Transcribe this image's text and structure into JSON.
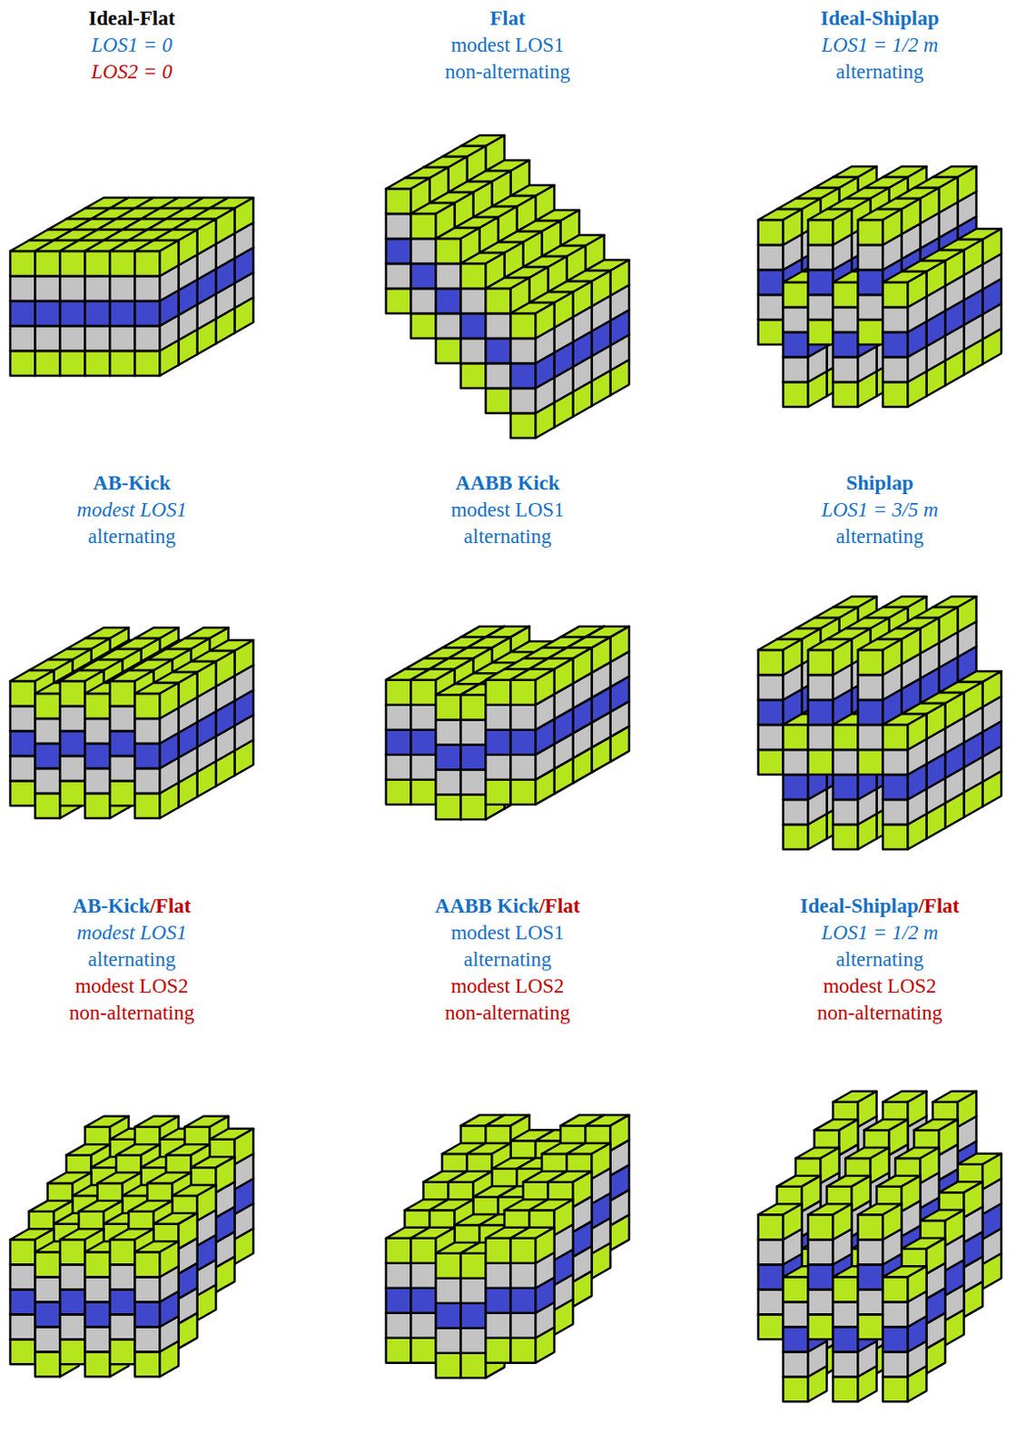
{
  "diagram": {
    "labels": [
      "Ideal-Flat",
      "LOS1 = 0",
      "LOS2 = 0",
      "Flat",
      "modest LOS1",
      "non-alternating",
      "Ideal-Shiplap",
      "LOS1 = 1/2 m",
      "alternating",
      "AB-Kick",
      "modest LOS1",
      "alternating",
      "AABB Kick",
      "modest LOS1",
      "alternating",
      "Shiplap",
      "LOS1 = 3/5 m",
      "alternating",
      "AB-Kick",
      "/Flat",
      "modest LOS1",
      "alternating",
      "modest LOS2",
      "non-alternating",
      "AABB Kick",
      "/Flat",
      "modest LOS1",
      "alternating",
      "modest LOS2",
      "non-alternating",
      "Ideal-Shiplap",
      "/Flat",
      "LOS1 = 1/2 m",
      "alternating",
      "modest LOS2",
      "non-alternating"
    ]
  }
}
